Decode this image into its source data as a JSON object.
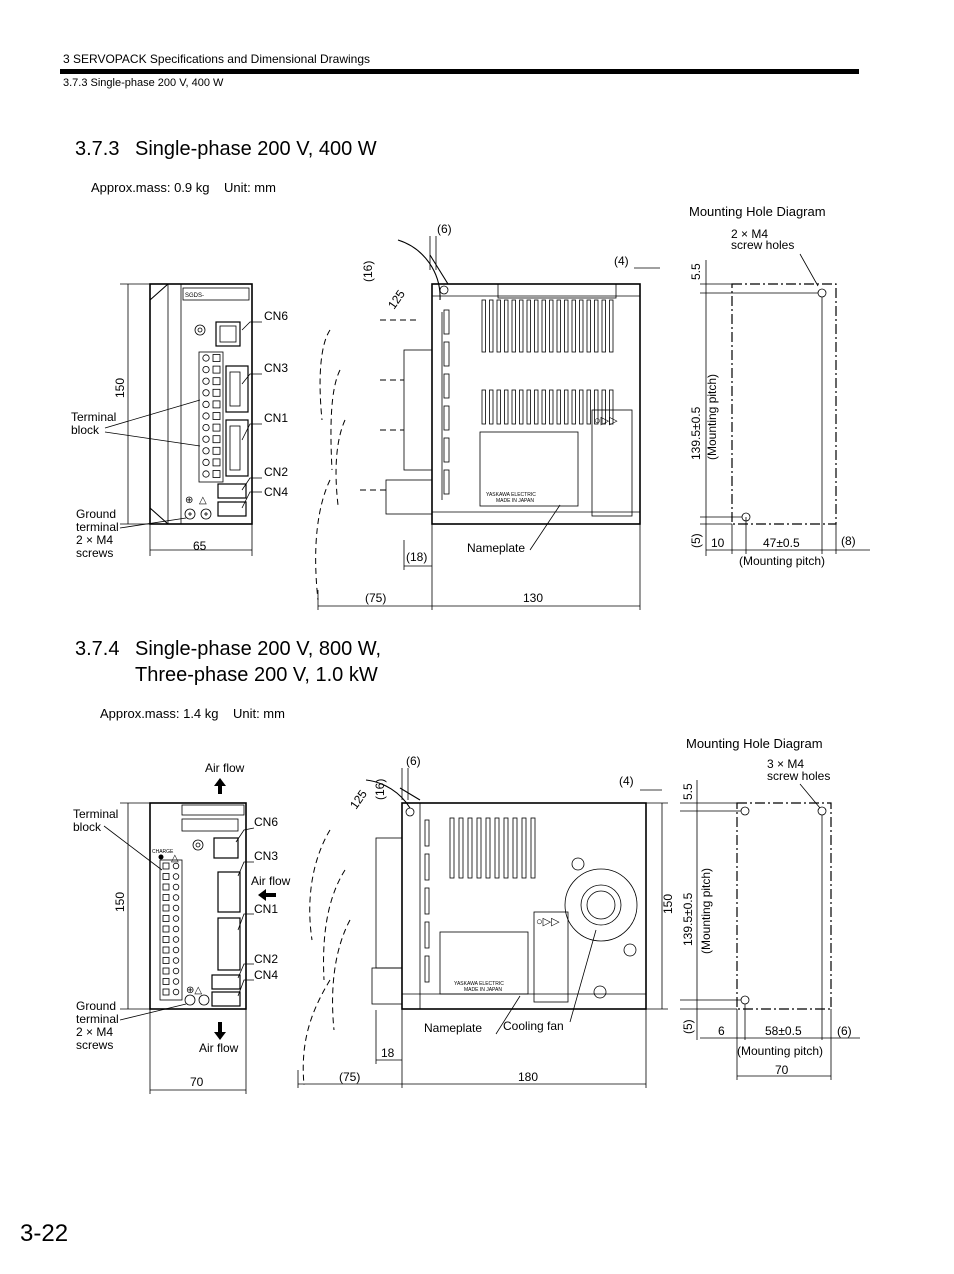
{
  "header": {
    "chapter": "3  SERVOPACK Specifications and Dimensional Drawings",
    "section": "3.7.3  Single-phase 200 V, 400 W"
  },
  "sections": [
    {
      "number": "3.7.3",
      "title": "Single-phase 200 V, 400 W",
      "subtitle": "",
      "mass": "Approx.mass: 0.9 kg    Unit: mm",
      "labels": {
        "mounting_hole_diagram": "Mounting Hole Diagram",
        "screw_holes_1": "2 × M4",
        "screw_holes_2": "screw holes",
        "cn6": "CN6",
        "cn3": "CN3",
        "cn1": "CN1",
        "cn2": "CN2",
        "cn4": "CN4",
        "terminal_block_1": "Terminal",
        "terminal_block_2": "block",
        "ground_1": "Ground",
        "ground_2": "terminal",
        "ground_3": "2 × M4",
        "ground_4": "screws",
        "nameplate": "Nameplate",
        "mounting_pitch": "(Mounting pitch)",
        "brand_1": "YASKAWA  ELECTRIC",
        "brand_2": "MADE  IN  JAPAN",
        "model": "SGDS-"
      },
      "dimensions": {
        "height": "150",
        "width": "65",
        "depth": "130",
        "cable": "(75)",
        "d6": "(6)",
        "d16": "(16)",
        "d125": "125",
        "d4": "(4)",
        "d18": "(18)",
        "v55": "5.5",
        "v1395": "139.5±0.5",
        "v5": "(5)",
        "h10": "10",
        "h47": "47±0.5",
        "h8": "(8)"
      }
    },
    {
      "number": "3.7.4",
      "title": "Single-phase 200 V, 800 W,",
      "subtitle": "Three-phase 200 V, 1.0 kW",
      "mass": "Approx.mass: 1.4 kg    Unit: mm",
      "labels": {
        "mounting_hole_diagram": "Mounting Hole Diagram",
        "screw_holes_1": "3 × M4",
        "screw_holes_2": "screw holes",
        "air_flow": "Air flow",
        "cn6": "CN6",
        "cn3": "CN3",
        "cn1": "CN1",
        "cn2": "CN2",
        "cn4": "CN4",
        "terminal_block_1": "Terminal",
        "terminal_block_2": "block",
        "ground_1": "Ground",
        "ground_2": "terminal",
        "ground_3": "2 × M4",
        "ground_4": "screws",
        "nameplate": "Nameplate",
        "cooling_fan": "Cooling fan",
        "mounting_pitch": "(Mounting pitch)",
        "charge": "CHARGE",
        "brand_1": "YASKAWA  ELECTRIC",
        "brand_2": "MADE  IN  JAPAN"
      },
      "dimensions": {
        "height": "150",
        "width": "70",
        "depth": "180",
        "cable": "(75)",
        "d6": "(6)",
        "d16": "(16)",
        "d125": "125",
        "d4": "(4)",
        "d18": "18",
        "v55": "5.5",
        "v150": "150",
        "v1395": "139.5±0.5",
        "v5": "(5)",
        "h6": "6",
        "h58": "58±0.5",
        "h6b": "(6)",
        "h70": "70"
      }
    }
  ],
  "page_number": "3-22"
}
